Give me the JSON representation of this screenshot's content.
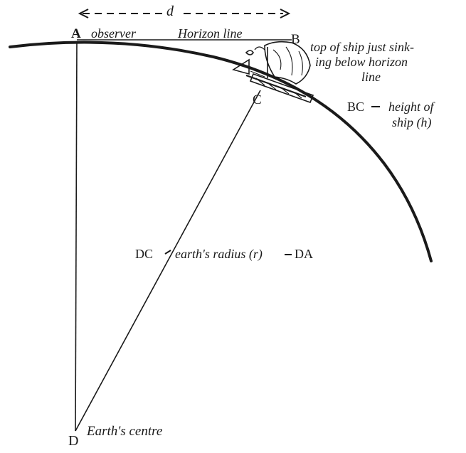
{
  "distance_label": "d",
  "point_a": "A",
  "observer_label": "observer",
  "horizon_label": "Horizon line",
  "point_b": "B",
  "ship_note_line1": "top of ship just sink-",
  "ship_note_line2": "ing below horizon",
  "ship_note_line3": "line",
  "point_c": "C",
  "bc_prefix": "BC",
  "bc_text_line1": "height of",
  "bc_text_line2": "ship (h)",
  "dc_prefix": "DC",
  "radius_text": "earth's radius (r)",
  "da_suffix": "DA",
  "point_d": "D",
  "centre_label": "Earth's centre",
  "ink_color": "#1a1a1a",
  "ship_icon": "sailing-ship"
}
